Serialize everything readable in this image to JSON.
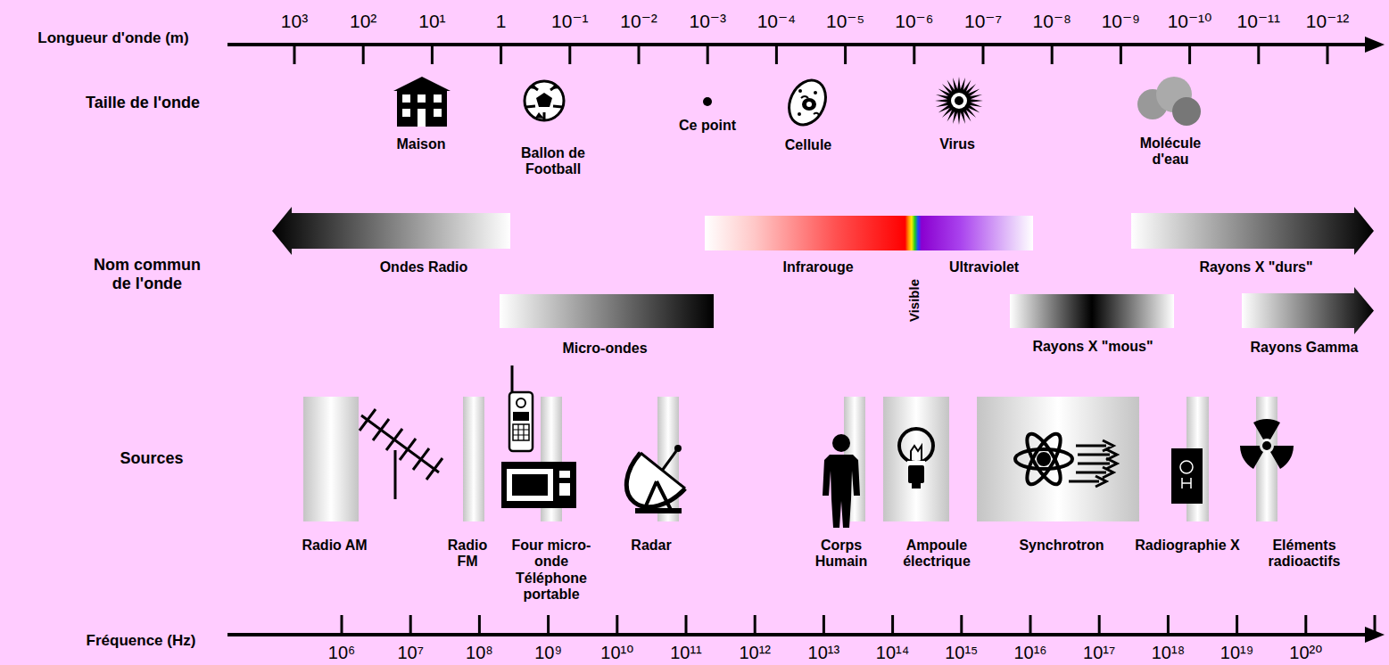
{
  "diagram": {
    "nodes": [
      {
        "text": [
          "Ondes Radio"
        ]
      },
      {
        "text": [
          "Infrarouge",
          "Visible",
          "Ultraviolet"
        ]
      },
      {
        "text": [
          "Rayons X \"durs\""
        ]
      },
      {
        "text": [
          "Micro-ondes"
        ]
      },
      {
        "text": [
          "Rayons X \"mous\""
        ]
      },
      {
        "text": [
          "Rayons Gamma"
        ]
      }
    ],
    "labels": [
      "Longueur d'onde (m)",
      "10³",
      "10²",
      "10¹",
      "1",
      "10⁻¹",
      "10⁻²",
      "10⁻³",
      "10⁻⁴",
      "10⁻⁵",
      "10⁻⁶",
      "10⁻⁷",
      "10⁻⁸",
      "10⁻⁹",
      "10⁻¹⁰",
      "10⁻¹¹",
      "10⁻¹²",
      "Taille de l'onde",
      "Maison",
      "Ballon de Football",
      "Ce point",
      "Cellule",
      "Virus",
      "Molécule d'eau",
      "Nom commun de l'onde",
      "Sources",
      "Radio AM",
      "Radio FM",
      "Four micro-onde Téléphone portable",
      "Radar",
      "Corps Humain",
      "Ampoule électrique",
      "Synchrotron",
      "Radiographie X",
      "Eléments radioactifs",
      "Fréquence (Hz)",
      "10⁶",
      "10⁷",
      "10⁸",
      "10⁹",
      "10¹⁰",
      "10¹¹",
      "10¹²",
      "10¹³",
      "10¹⁴",
      "10¹⁵",
      "10¹⁶",
      "10¹⁷",
      "10¹⁸",
      "10¹⁹",
      "10²⁰"
    ]
  }
}
